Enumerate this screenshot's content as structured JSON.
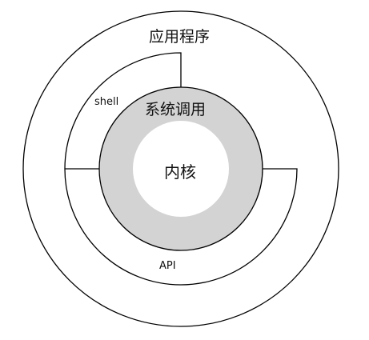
{
  "labels": {
    "application": "应用程序",
    "shell": "shell",
    "system_call": "系统调用",
    "kernel": "内核",
    "api": "API"
  },
  "colors": {
    "stroke": "#000000",
    "system_call_ring": "#d3d3d3",
    "kernel_core": "#ffffff",
    "background": "#ffffff"
  }
}
